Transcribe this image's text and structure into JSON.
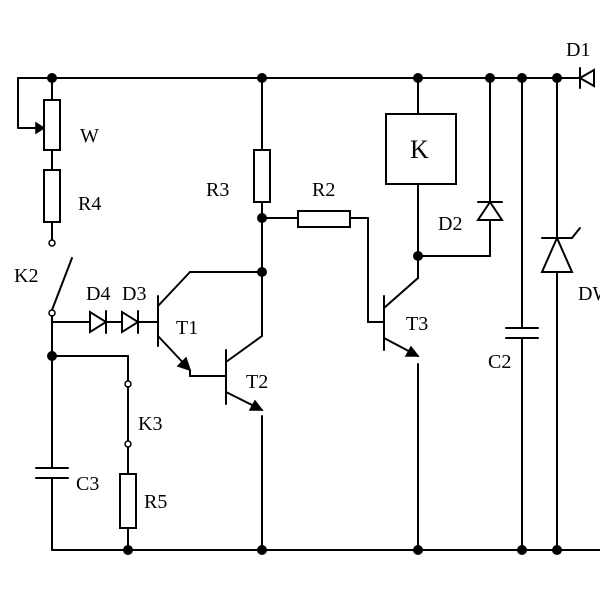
{
  "labels": {
    "W": "W",
    "R4": "R4",
    "K2": "K2",
    "D4": "D4",
    "D3": "D3",
    "T1": "T1",
    "T2": "T2",
    "K3": "K3",
    "C3": "C3",
    "R5": "R5",
    "R3": "R3",
    "R2": "R2",
    "K": "K",
    "T3": "T3",
    "D2": "D2",
    "C2": "C2",
    "D1": "D1",
    "DW": "DW"
  }
}
